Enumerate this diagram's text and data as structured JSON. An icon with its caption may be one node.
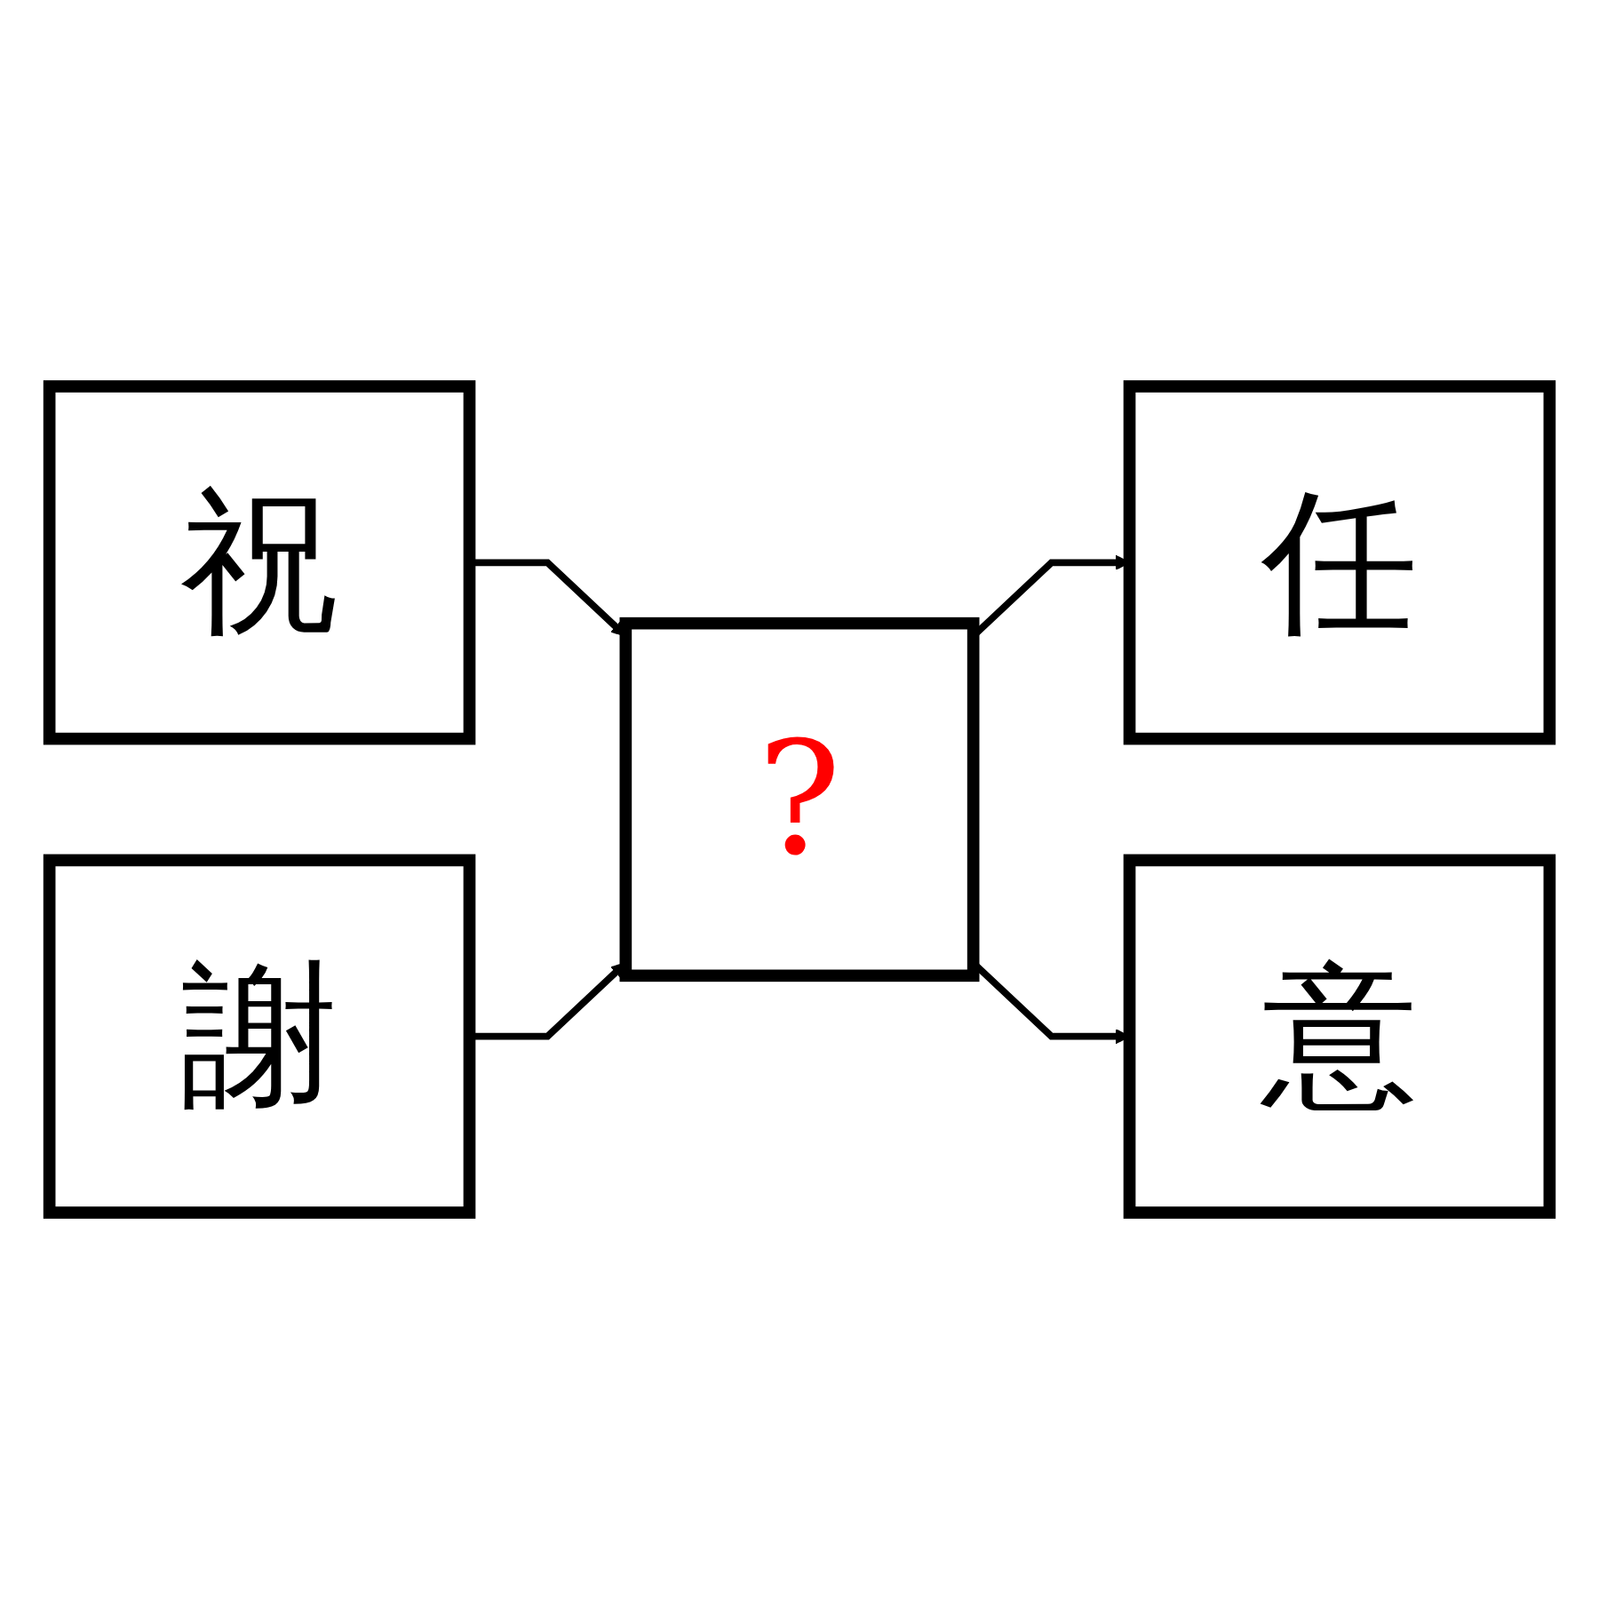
{
  "diagram": {
    "nodes": [
      {
        "text": [
          "祝"
        ]
      },
      {
        "text": [
          "謝"
        ]
      },
      {
        "text": [
          "?"
        ]
      },
      {
        "text": [
          "任"
        ]
      },
      {
        "text": [
          "意"
        ]
      }
    ],
    "edges": [
      {
        "from": 0,
        "to": 2,
        "arrow": "to"
      },
      {
        "from": 1,
        "to": 2,
        "arrow": "to"
      },
      {
        "from": 2,
        "to": 3,
        "arrow": "to"
      },
      {
        "from": 2,
        "to": 4,
        "arrow": "to"
      }
    ]
  }
}
